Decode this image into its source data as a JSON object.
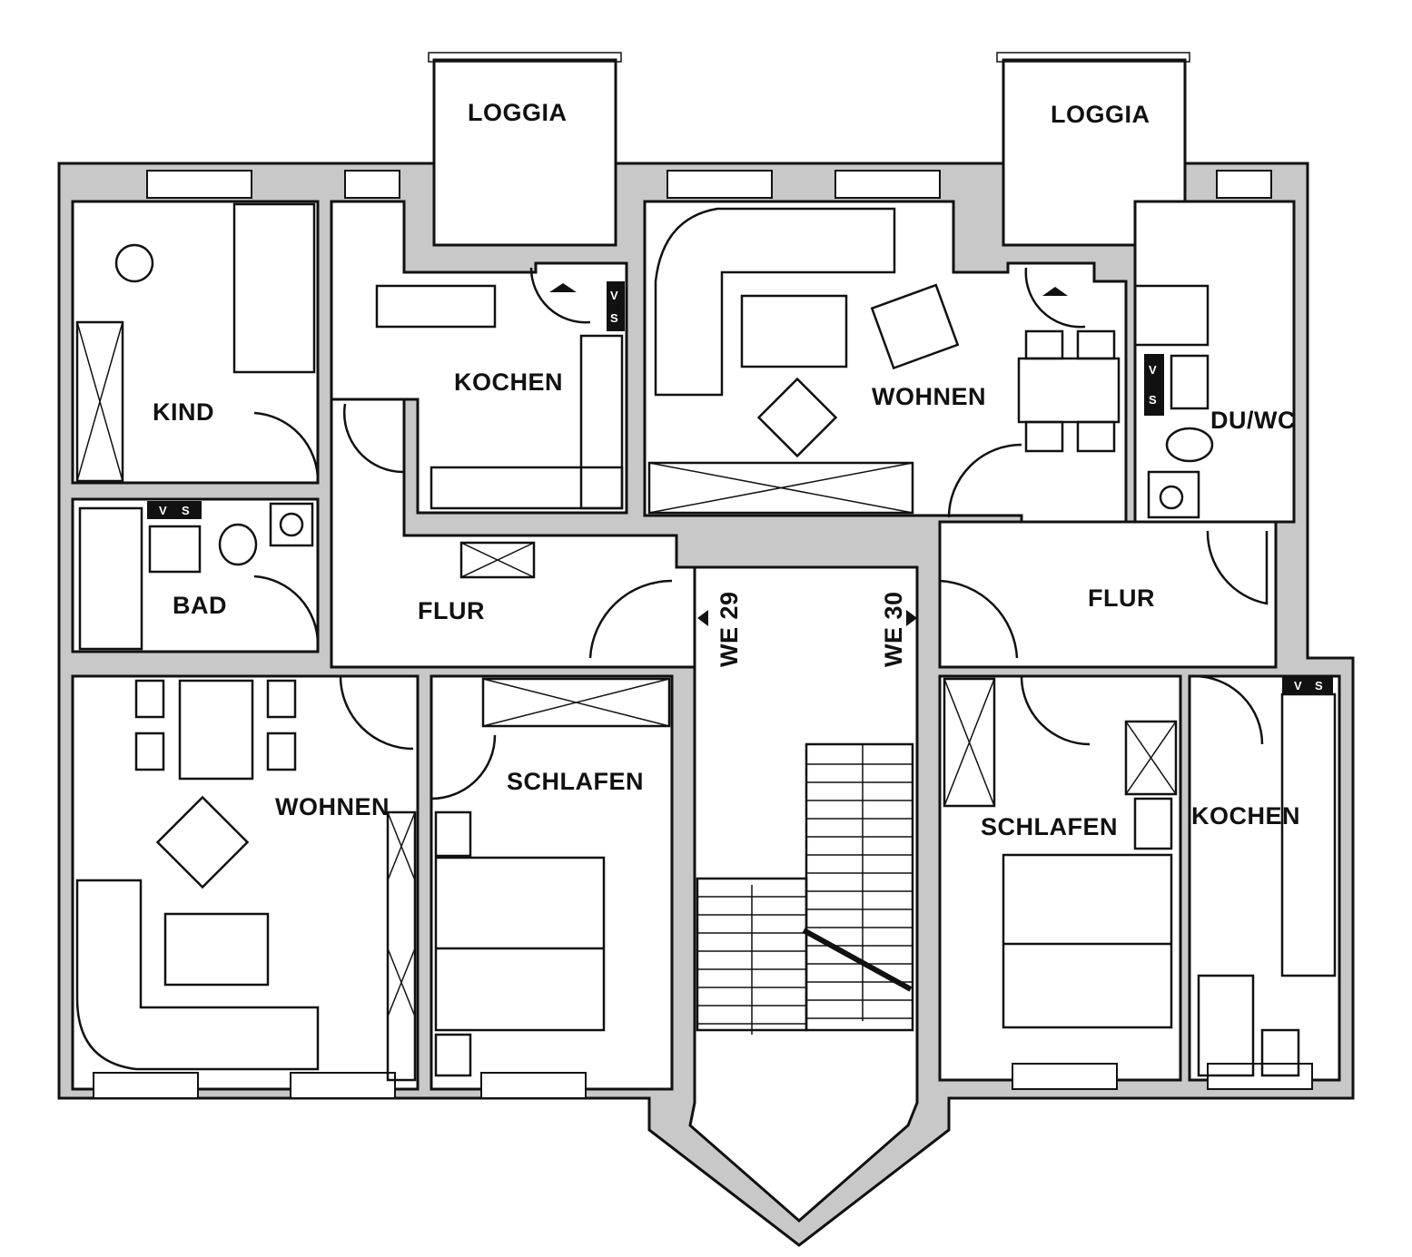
{
  "plan": {
    "units": [
      {
        "label": "WE 29",
        "rooms": {
          "loggia": "LOGGIA",
          "kind": "KIND",
          "kochen": "KOCHEN",
          "bad": "BAD",
          "flur": "FLUR",
          "wohnen": "WOHNEN",
          "schlafen": "SCHLAFEN"
        }
      },
      {
        "label": "WE 30",
        "rooms": {
          "loggia": "LOGGIA",
          "wohnen": "WOHNEN",
          "duwc": "DU/WC",
          "flur": "FLUR",
          "schlafen": "SCHLAFEN",
          "kochen": "KOCHEN"
        }
      }
    ],
    "symbols": {
      "v": "V",
      "s": "S"
    },
    "colors": {
      "wall": "#c8c8c8",
      "line": "#111111"
    }
  }
}
